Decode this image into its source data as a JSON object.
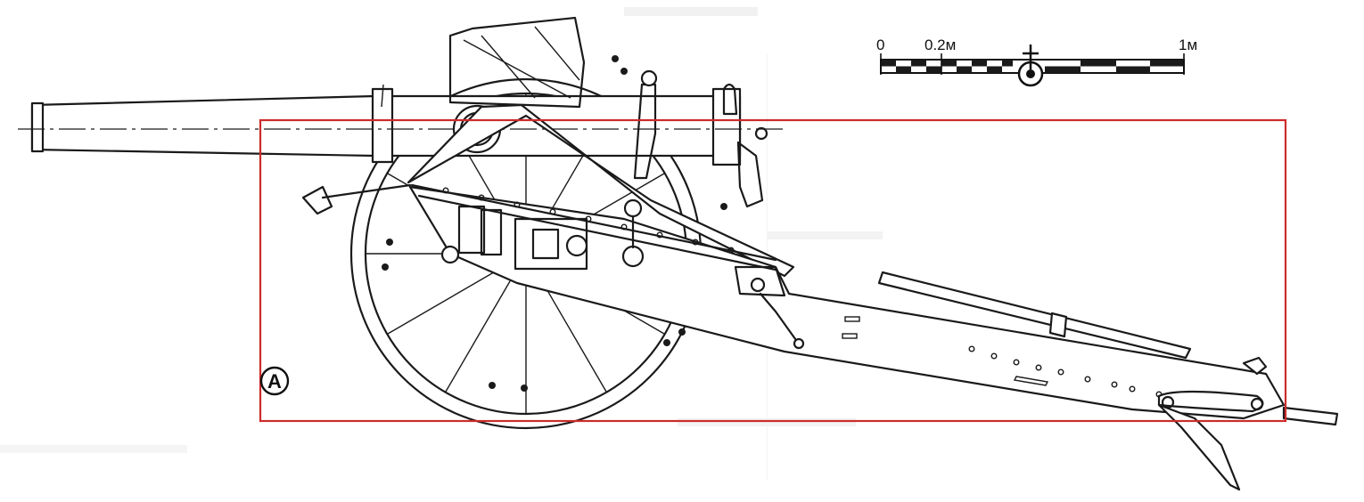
{
  "scale_bar": {
    "tick_labels": [
      "0",
      "0.2м",
      "1м"
    ]
  },
  "view_label": "A",
  "highlight_color": "#cc2b2b",
  "ink_color": "#1a1a1a",
  "icons": {
    "scale_emblem": "anchor-icon"
  }
}
